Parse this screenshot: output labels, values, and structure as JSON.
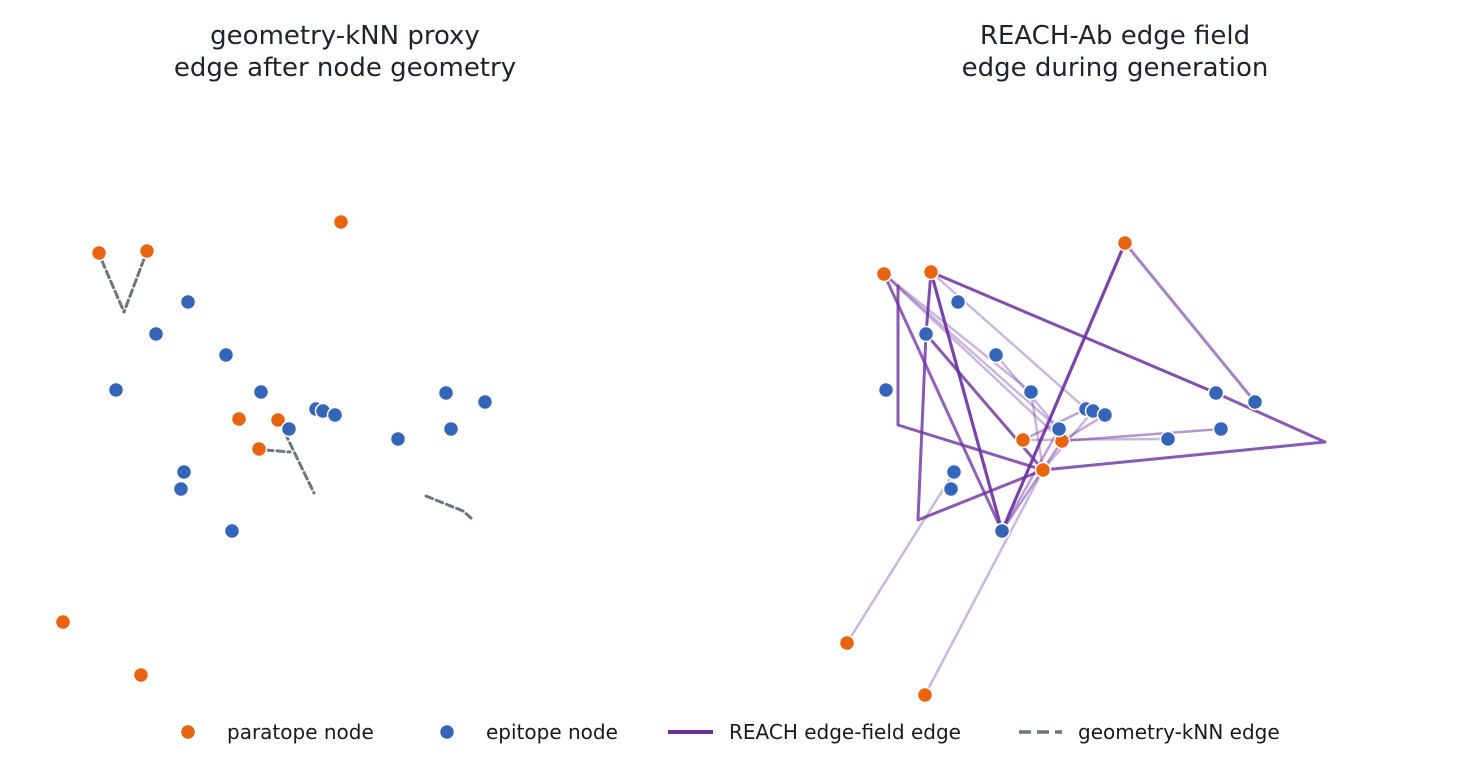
{
  "colors": {
    "paratope": "#e8640f",
    "epitope": "#3465b8",
    "reach_edge": "#6b2fa0",
    "knn_edge": "#6e7480",
    "title": "#1f2330"
  },
  "panels": [
    {
      "id": "left",
      "title_line1": "geometry-kNN proxy",
      "title_line2": "edge after node geometry"
    },
    {
      "id": "right",
      "title_line1": "REACH-Ab edge field",
      "title_line2": "edge during generation"
    }
  ],
  "legend": {
    "paratope_label": "paratope node",
    "epitope_label": "epitope node",
    "reach_label": "REACH edge-field edge",
    "knn_label": "geometry-kNN edge"
  }
}
